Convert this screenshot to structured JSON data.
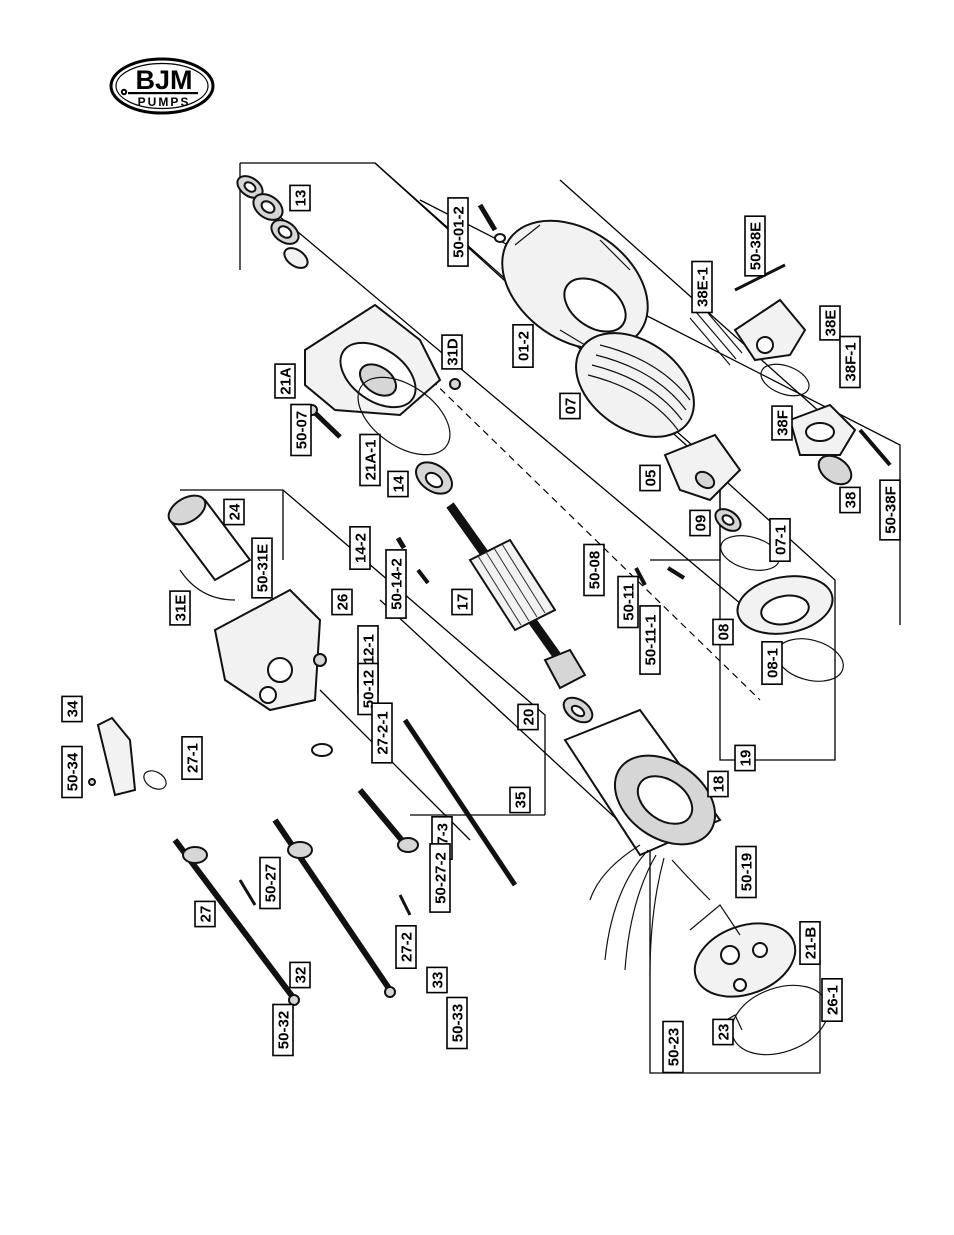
{
  "logo": {
    "brand": "BJM",
    "sub": "PUMPS"
  },
  "labels": [
    {
      "id": "13",
      "text": "13"
    },
    {
      "id": "50-01-2",
      "text": "50-01-2"
    },
    {
      "id": "50-38E",
      "text": "50-38E"
    },
    {
      "id": "38E-1",
      "text": "38E-1"
    },
    {
      "id": "21A",
      "text": "21A"
    },
    {
      "id": "31D",
      "text": "31D"
    },
    {
      "id": "01-2",
      "text": "01-2"
    },
    {
      "id": "38E",
      "text": "38E"
    },
    {
      "id": "38F-1",
      "text": "38F-1"
    },
    {
      "id": "50-07",
      "text": "50-07"
    },
    {
      "id": "21A-1",
      "text": "21A-1"
    },
    {
      "id": "07",
      "text": "07"
    },
    {
      "id": "38F",
      "text": "38F"
    },
    {
      "id": "14",
      "text": "14"
    },
    {
      "id": "05",
      "text": "05"
    },
    {
      "id": "38",
      "text": "38"
    },
    {
      "id": "50-38F",
      "text": "50-38F"
    },
    {
      "id": "24",
      "text": "24"
    },
    {
      "id": "14-2",
      "text": "14-2"
    },
    {
      "id": "50-31E",
      "text": "50-31E"
    },
    {
      "id": "09",
      "text": "09"
    },
    {
      "id": "07-1",
      "text": "07-1"
    },
    {
      "id": "50-08",
      "text": "50-08"
    },
    {
      "id": "50-14-2",
      "text": "50-14-2"
    },
    {
      "id": "31E",
      "text": "31E"
    },
    {
      "id": "17",
      "text": "17"
    },
    {
      "id": "50-11",
      "text": "50-11"
    },
    {
      "id": "26",
      "text": "26"
    },
    {
      "id": "08",
      "text": "08"
    },
    {
      "id": "50-11-1",
      "text": "50-11-1"
    },
    {
      "id": "50-12-1",
      "text": "50-12-1"
    },
    {
      "id": "50-12",
      "text": "50-12"
    },
    {
      "id": "08-1",
      "text": "08-1"
    },
    {
      "id": "20",
      "text": "20"
    },
    {
      "id": "34",
      "text": "34"
    },
    {
      "id": "27-2-1",
      "text": "27-2-1"
    },
    {
      "id": "19",
      "text": "19"
    },
    {
      "id": "50-34",
      "text": "50-34"
    },
    {
      "id": "27-1",
      "text": "27-1"
    },
    {
      "id": "35",
      "text": "35"
    },
    {
      "id": "18",
      "text": "18"
    },
    {
      "id": "27-3",
      "text": "27-3"
    },
    {
      "id": "50-19",
      "text": "50-19"
    },
    {
      "id": "50-27",
      "text": "50-27"
    },
    {
      "id": "50-27-2",
      "text": "50-27-2"
    },
    {
      "id": "27",
      "text": "27"
    },
    {
      "id": "27-2",
      "text": "27-2"
    },
    {
      "id": "21-B",
      "text": "21-B"
    },
    {
      "id": "32",
      "text": "32"
    },
    {
      "id": "33",
      "text": "33"
    },
    {
      "id": "26-1",
      "text": "26-1"
    },
    {
      "id": "50-32",
      "text": "50-32"
    },
    {
      "id": "50-33",
      "text": "50-33"
    },
    {
      "id": "23",
      "text": "23"
    },
    {
      "id": "50-23",
      "text": "50-23"
    }
  ]
}
